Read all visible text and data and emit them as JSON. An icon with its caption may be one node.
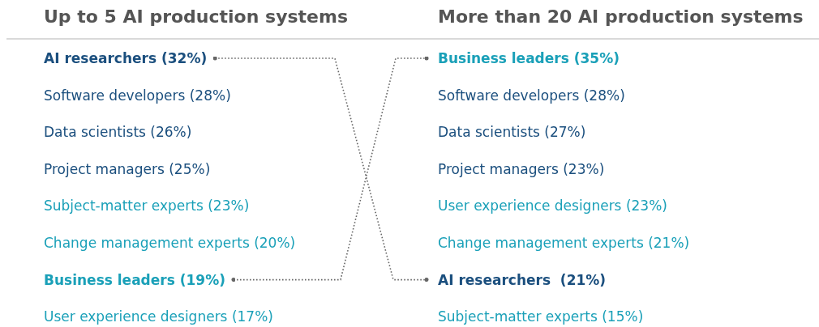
{
  "diagram": {
    "nodes": [
      {
        "text": [
          "AI researchers (32%)"
        ]
      },
      {
        "text": [
          "Software developers (28%)"
        ]
      },
      {
        "text": [
          "Data scientists (26%)"
        ]
      },
      {
        "text": [
          "Project managers (25%)"
        ]
      },
      {
        "text": [
          "Subject-matter experts (23%)"
        ]
      },
      {
        "text": [
          "Change management experts (20%)"
        ]
      },
      {
        "text": [
          "Business leaders (19%)"
        ]
      },
      {
        "text": [
          "User experience designers (17%)"
        ]
      },
      {
        "text": [
          "Business leaders (35%)"
        ]
      },
      {
        "text": [
          "Software developers (28%)"
        ]
      },
      {
        "text": [
          "Data scientists (27%)"
        ]
      },
      {
        "text": [
          "Project managers (23%)"
        ]
      },
      {
        "text": [
          "User experience designers (23%)"
        ]
      },
      {
        "text": [
          "Change management experts (21%)"
        ]
      },
      {
        "text": [
          "AI researchers  (21%)"
        ]
      },
      {
        "text": [
          "Subject-matter experts (15%)"
        ]
      }
    ],
    "edges": [
      {
        "from": 0,
        "to": 14,
        "arrow": "other",
        "style": "dashed"
      },
      {
        "from": 6,
        "to": 8,
        "arrow": "other",
        "style": "dashed"
      }
    ],
    "labels": [
      "Up to 5 AI production systems",
      "More than 20 AI production systems"
    ]
  }
}
